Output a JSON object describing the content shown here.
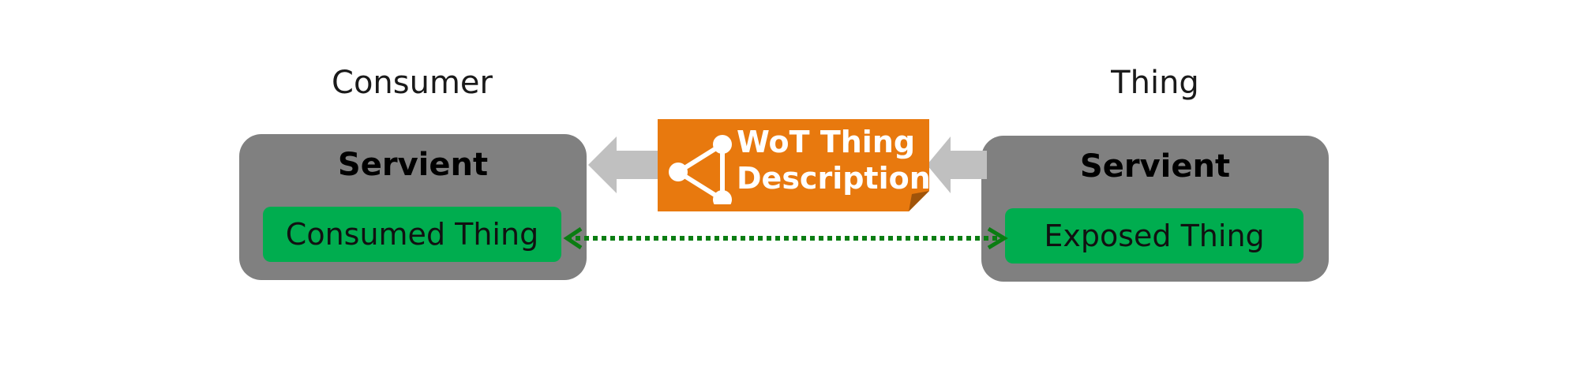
{
  "consumer_heading": "Consumer",
  "thing_heading": "Thing",
  "left_servient": {
    "title": "Servient",
    "inner_label": "Consumed Thing"
  },
  "right_servient": {
    "title": "Servient",
    "inner_label": "Exposed Thing"
  },
  "thing_description": {
    "line1": "WoT Thing",
    "line2": "Description",
    "icon": "graph-network-icon"
  },
  "colors": {
    "servient_gray": "#808080",
    "thing_green": "#00ad4f",
    "td_orange": "#e8790e",
    "arrow_gray": "#c0c0c0",
    "link_green": "#0a7d12"
  }
}
